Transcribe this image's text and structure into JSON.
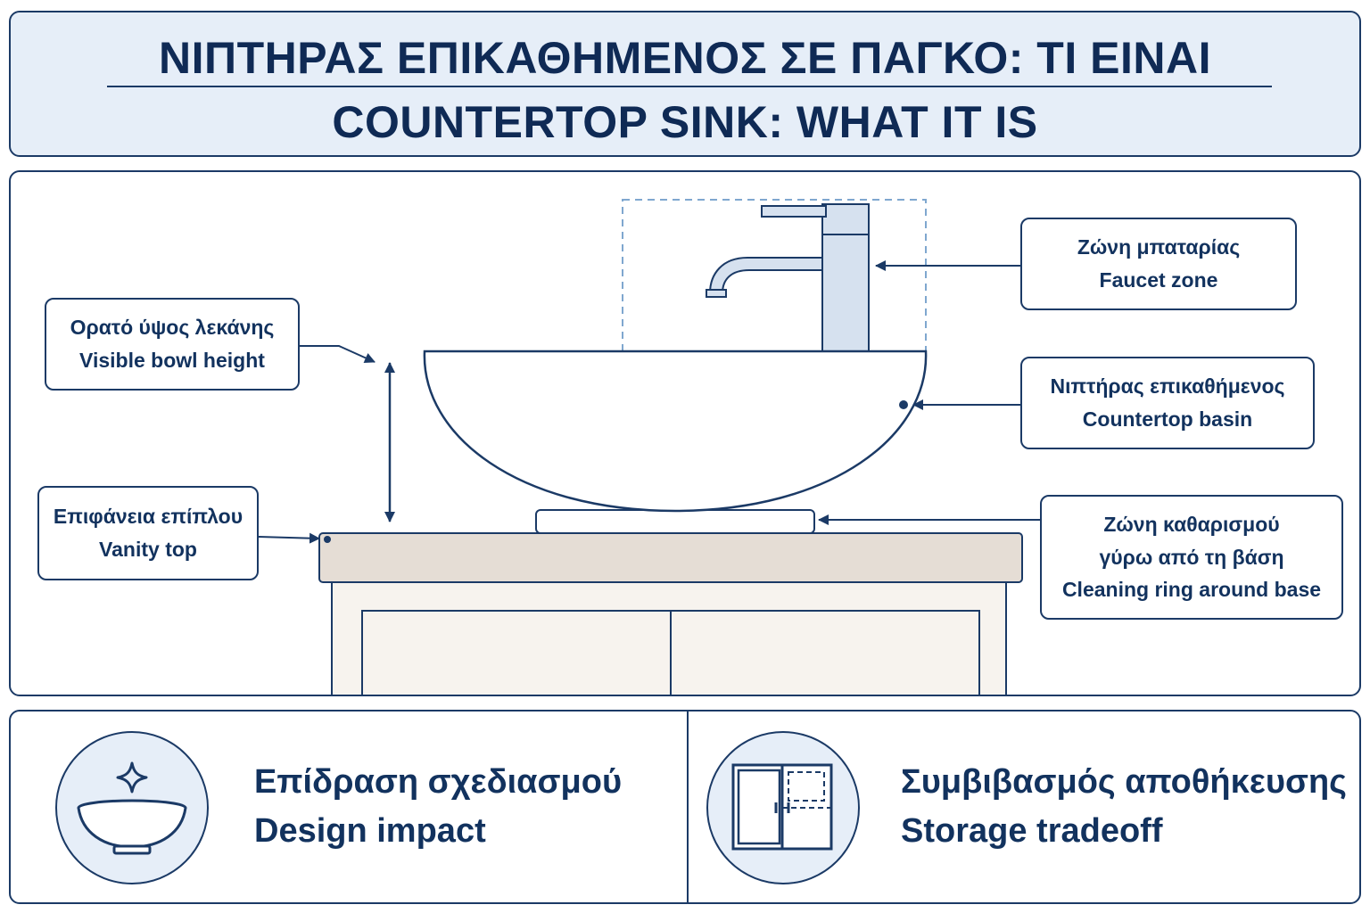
{
  "header": {
    "title_gr": "ΝΙΠΤΗΡΑΣ ΕΠΙΚΑΘΗΜΕΝΟΣ ΣΕ ΠΑΓΚΟ: ΤΙ ΕΙΝΑΙ",
    "title_en": "COUNTERTOP SINK: WHAT IT IS"
  },
  "callouts": {
    "faucet_zone": {
      "gr": "Ζώνη μπαταρίας",
      "en": "Faucet zone"
    },
    "countertop_basin": {
      "gr": "Νιπτήρας επικαθήμενος",
      "en": "Countertop basin"
    },
    "cleaning_ring": {
      "gr1": "Ζώνη καθαρισμού",
      "gr2": "γύρω από τη βάση",
      "en": "Cleaning ring around base"
    },
    "bowl_height": {
      "gr": "Ορατό ύψος λεκάνης",
      "en": "Visible bowl height"
    },
    "vanity_top": {
      "gr": "Επιφάνεια επίπλου",
      "en": "Vanity top"
    }
  },
  "features": {
    "design": {
      "gr": "Επίδραση σχεδιασμού",
      "en": "Design impact",
      "icon": "bowl-sparkle-icon"
    },
    "storage": {
      "gr": "Συμβιβασμός αποθήκευσης",
      "en": "Storage tradeoff",
      "icon": "cabinet-icon"
    }
  },
  "colors": {
    "navy": "#1b3a66",
    "light_blue": "#e6eef8",
    "faucet_fill": "#d6e1ef",
    "countertop": "#e5ddd5",
    "cabinet": "#f7f3ee",
    "dashed": "#7fa7cf"
  }
}
